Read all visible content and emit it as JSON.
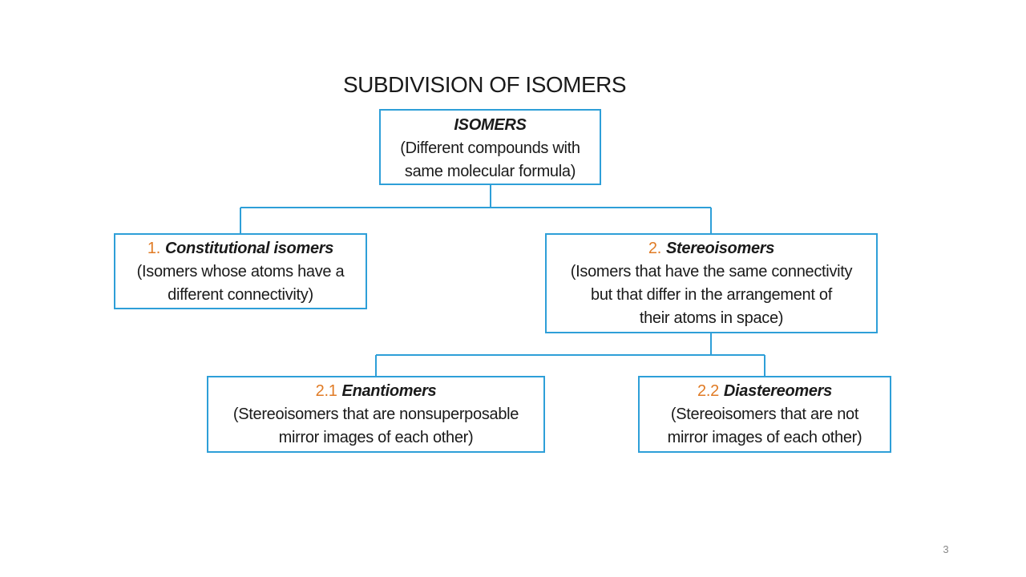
{
  "title": "SUBDIVISION OF ISOMERS",
  "root": {
    "heading": "ISOMERS",
    "description_lines": [
      "(Different compounds with",
      "same molecular formula)"
    ]
  },
  "constitutional": {
    "number": "1.",
    "heading": "Constitutional isomers",
    "description_lines": [
      "(Isomers whose atoms have a",
      "different connectivity)"
    ]
  },
  "stereoisomers": {
    "number": "2.",
    "heading": "Stereoisomers",
    "description_lines": [
      "(Isomers that have the same connectivity",
      "but that differ in the arrangement of",
      "their atoms in space)"
    ]
  },
  "enantiomers": {
    "number": "2.1",
    "heading": "Enantiomers",
    "description_lines": [
      "(Stereoisomers that are nonsuperposable",
      "mirror images of each other)"
    ]
  },
  "diastereomers": {
    "number": "2.2",
    "heading": "Diastereomers",
    "description_lines": [
      "(Stereoisomers that are not",
      "mirror images of each other)"
    ]
  },
  "colors": {
    "box_border": "#2e9fd8",
    "number_accent": "#e07b25"
  },
  "page_number": "3"
}
